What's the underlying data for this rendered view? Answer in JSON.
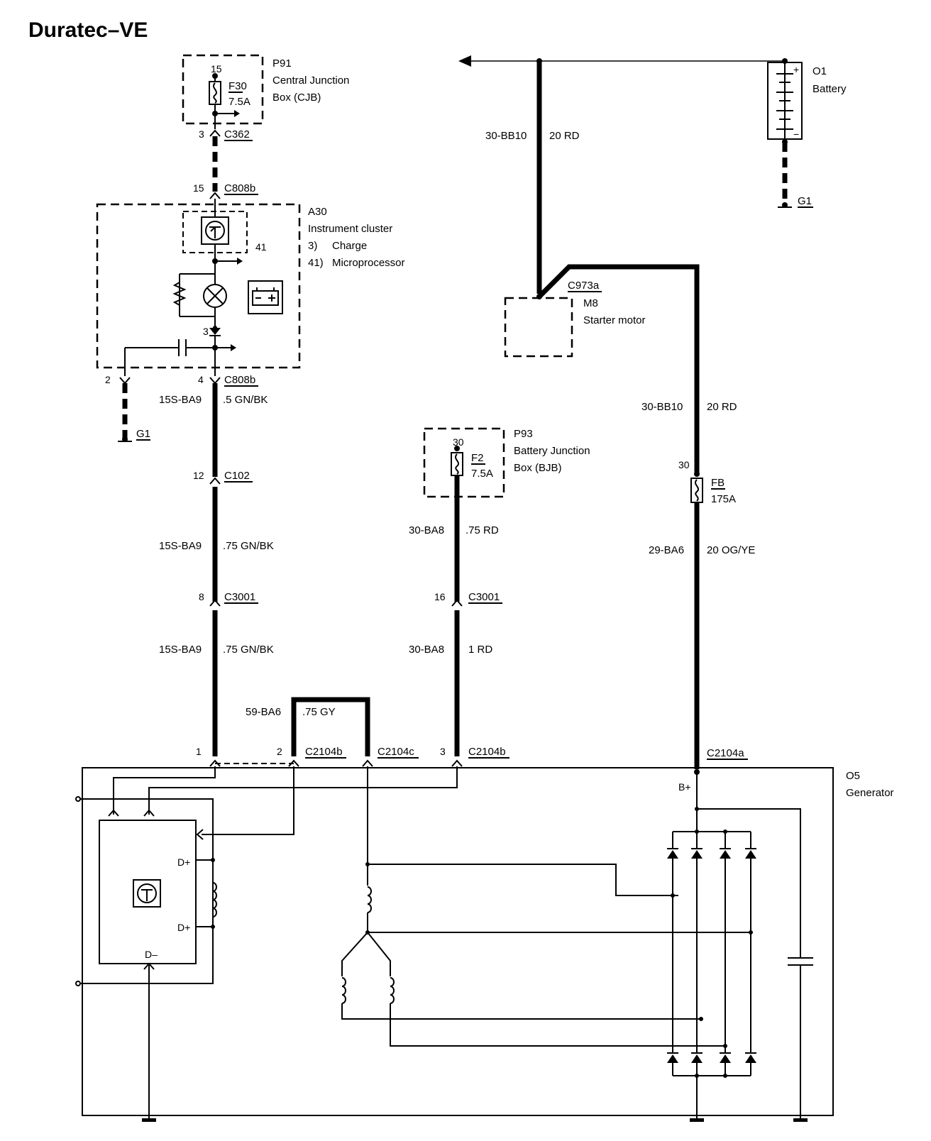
{
  "title": "Duratec–VE",
  "components": {
    "p91": {
      "id": "P91",
      "name_1": "Central Junction",
      "name_2": "Box (CJB)",
      "fuse": "F30",
      "rating": "7.5A",
      "pin": "15"
    },
    "a30": {
      "id": "A30",
      "name": "Instrument cluster",
      "item_3_num": "3)",
      "item_3": "Charge",
      "item_41_num": "41)",
      "item_41": "Microprocessor",
      "ref_41": "41",
      "ref_3": "3"
    },
    "o1": {
      "id": "O1",
      "name": "Battery",
      "plus": "+",
      "minus": "−"
    },
    "m8": {
      "id": "M8",
      "name": "Starter motor",
      "connector": "C973a"
    },
    "p93": {
      "id": "P93",
      "name_1": "Battery Junction",
      "name_2": "Box (BJB)",
      "fuse": "F2",
      "rating": "7.5A",
      "pin": "30"
    },
    "fb": {
      "fuse": "FB",
      "rating": "175A",
      "pin": "30"
    },
    "o5": {
      "id": "O5",
      "name": "Generator",
      "b_plus": "B+",
      "d_plus_1": "D+",
      "d_plus_2": "D+",
      "d_minus": "D–"
    }
  },
  "grounds": {
    "g1_battery": "G1",
    "g1_cluster": "G1"
  },
  "connectors": {
    "c362": {
      "pin": "3",
      "name": "C362"
    },
    "c808b_top": {
      "pin": "15",
      "name": "C808b"
    },
    "c808b_bottom_2": {
      "pin": "2"
    },
    "c808b_bottom_4": {
      "pin": "4",
      "name": "C808b"
    },
    "c102": {
      "pin": "12",
      "name": "C102"
    },
    "c3001_left": {
      "pin": "8",
      "name": "C3001"
    },
    "c3001_mid": {
      "pin": "16",
      "name": "C3001"
    },
    "c2104b_1": {
      "pin": "1"
    },
    "c2104b_2": {
      "pin": "2",
      "name": "C2104b"
    },
    "c2104c": {
      "name": "C2104c"
    },
    "c2104b_3": {
      "pin": "3",
      "name": "C2104b"
    },
    "c2104a": {
      "name": "C2104a"
    }
  },
  "wires": {
    "w1": {
      "circuit": "15S-BA9",
      "spec": ".5 GN/BK"
    },
    "w2": {
      "circuit": "15S-BA9",
      "spec": ".75 GN/BK"
    },
    "w3": {
      "circuit": "15S-BA9",
      "spec": ".75 GN/BK"
    },
    "w4": {
      "circuit": "59-BA6",
      "spec": ".75 GY"
    },
    "w5": {
      "circuit": "30-BA8",
      "spec": ".75 RD"
    },
    "w6": {
      "circuit": "30-BA8",
      "spec": "1 RD"
    },
    "w7": {
      "circuit": "30-BB10",
      "spec": "20 RD"
    },
    "w8": {
      "circuit": "30-BB10",
      "spec": "20 RD"
    },
    "w9": {
      "circuit": "29-BA6",
      "spec": "20 OG/YE"
    }
  },
  "icons": [
    "transistor-icon",
    "lamp-icon",
    "battery-symbol-icon",
    "diode-icon",
    "capacitor-icon",
    "fuse-icon",
    "ground-icon",
    "coil-icon"
  ]
}
